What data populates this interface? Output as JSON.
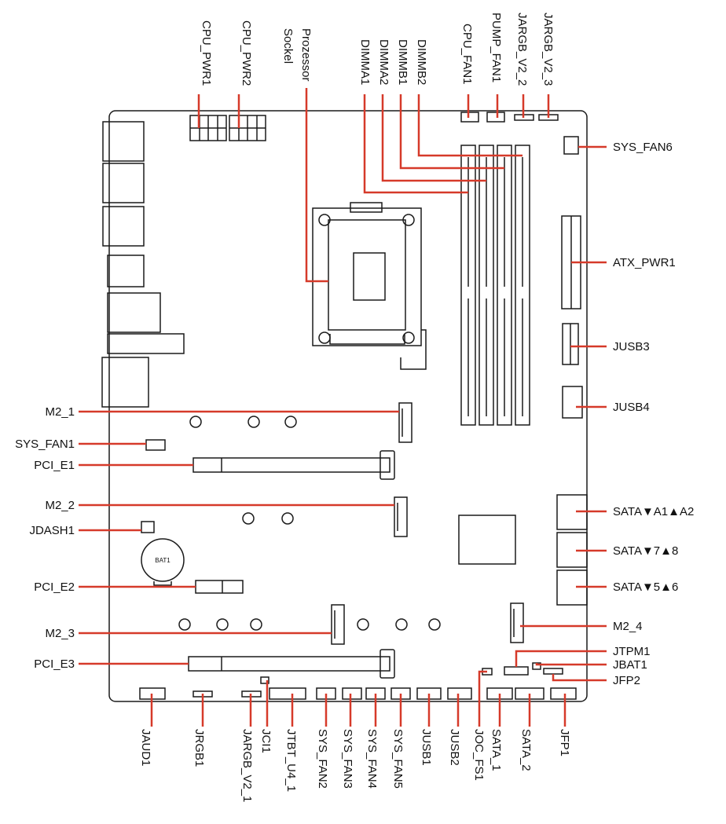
{
  "diagram": {
    "accent_color": "#d63a2a",
    "outline_color": "#1a1a1a",
    "left_labels": [
      "M2_1",
      "SYS_FAN1",
      "PCI_E1",
      "M2_2",
      "JDASH1",
      "PCI_E2",
      "M2_3",
      "PCI_E3"
    ],
    "right_labels": [
      "SYS_FAN6",
      "ATX_PWR1",
      "JUSB3",
      "JUSB4",
      "SATA▼A1▲A2",
      "SATA▼7▲8",
      "SATA▼5▲6",
      "M2_4",
      "JTPM1",
      "JBAT1",
      "JFP2"
    ],
    "top_labels": [
      "CPU_PWR1",
      "CPU_PWR2",
      "Prozessor",
      "Sockel",
      "DIMMA1",
      "DIMMA2",
      "DIMMB1",
      "DIMMB2",
      "CPU_FAN1",
      "PUMP_FAN1",
      "JARGB_V2_2",
      "JARGB_V2_3"
    ],
    "bottom_labels": [
      "JAUD1",
      "JRGB1",
      "JARGB_V2_1",
      "JCI1",
      "JTBT_U4_1",
      "SYS_FAN2",
      "SYS_FAN3",
      "SYS_FAN4",
      "SYS_FAN5",
      "JUSB1",
      "JUSB2",
      "JOC_FS1",
      "SATA_1",
      "SATA_2",
      "JFP1"
    ],
    "battery_label": "BAT1"
  }
}
